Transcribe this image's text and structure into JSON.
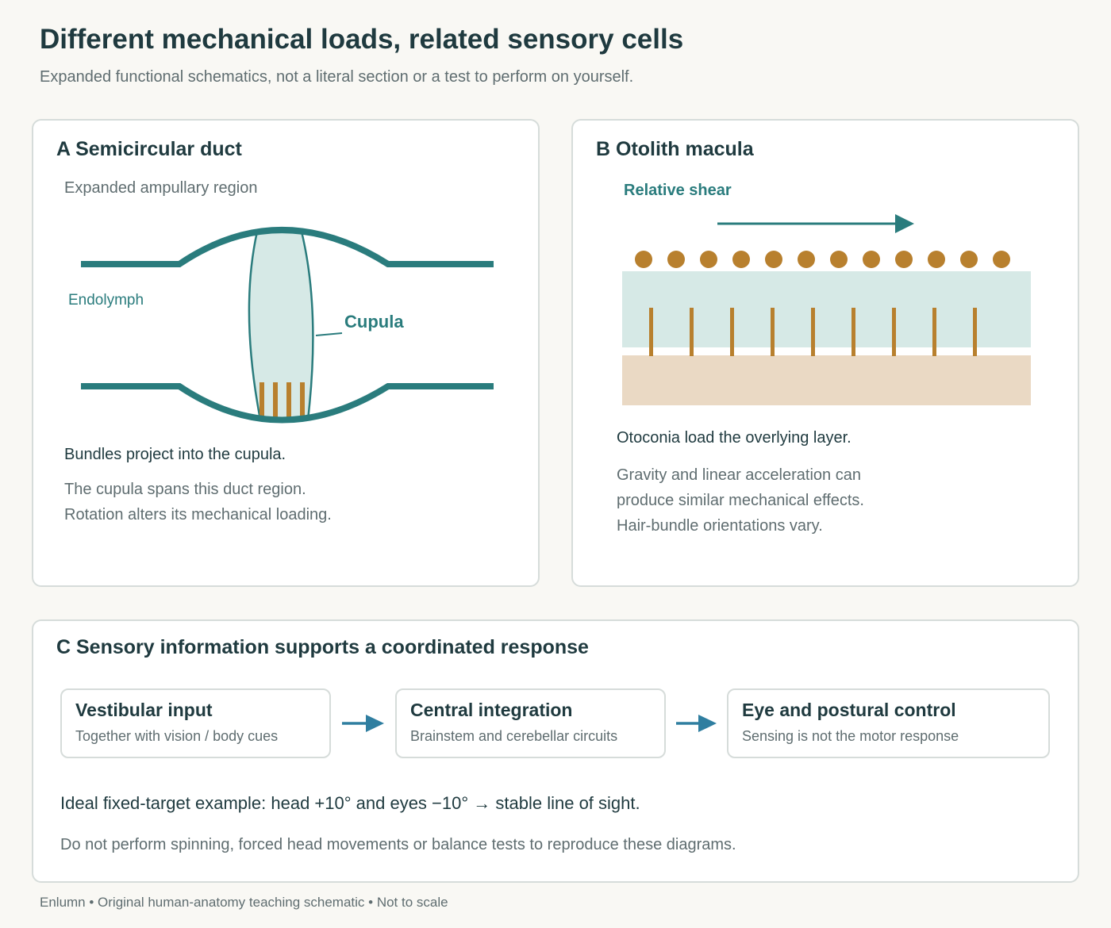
{
  "header": {
    "title": "Different mechanical loads, related sensory cells",
    "subtitle": "Expanded functional schematics, not a literal section or a test to perform on yourself."
  },
  "panel_a": {
    "title": "A Semicircular duct",
    "region_label": "Expanded ampullary region",
    "endolymph_label": "Endolymph",
    "cupula_label": "Cupula",
    "caption": "Bundles project into the cupula.",
    "notes": [
      "The cupula spans this duct region.",
      "Rotation alters its mechanical loading."
    ]
  },
  "panel_b": {
    "title": "B Otolith macula",
    "shear_label": "Relative shear",
    "caption": "Otoconia load the overlying layer.",
    "notes": [
      "Gravity and linear acceleration can",
      "produce similar mechanical effects.",
      "Hair-bundle orientations vary."
    ]
  },
  "panel_c": {
    "title": "C Sensory information supports a coordinated response",
    "steps": [
      {
        "title": "Vestibular input",
        "subtitle": "Together with vision / body cues"
      },
      {
        "title": "Central integration",
        "subtitle": "Brainstem and cerebellar circuits"
      },
      {
        "title": "Eye and postural control",
        "subtitle": "Sensing is not the motor response"
      }
    ],
    "example": "Ideal fixed-target example: head +10° and eyes −10° → stable line of sight.",
    "warning": "Do not perform spinning, forced head movements or balance tests to reproduce these diagrams."
  },
  "footer": "Enlumn • Original human-anatomy teaching schematic • Not to scale",
  "colors": {
    "teal": "#2a7c7d",
    "ochre": "#b8802e",
    "cupula_fill": "#d6e9e6",
    "tissue": "#ead9c4",
    "arrow_blue": "#2f7ea0"
  }
}
